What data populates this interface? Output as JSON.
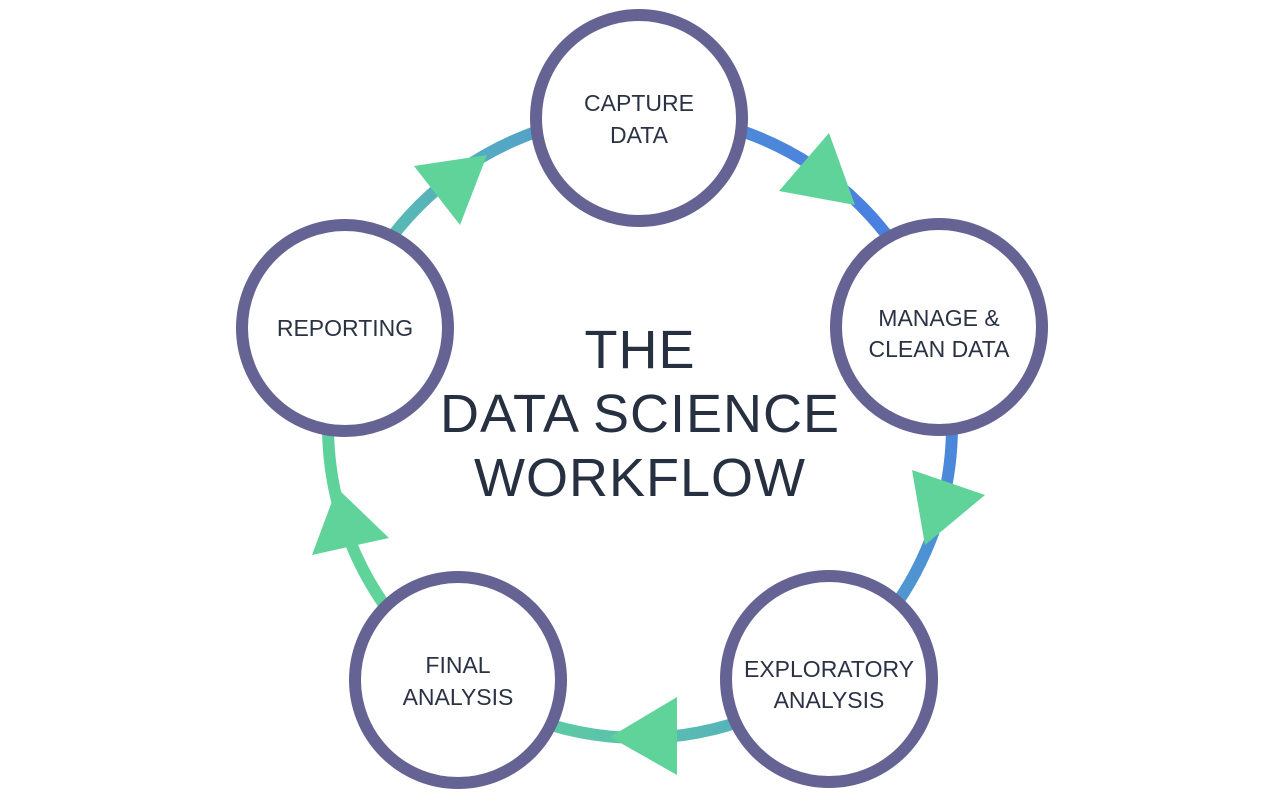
{
  "title": {
    "lines": [
      "THE",
      "DATA SCIENCE",
      "WORKFLOW"
    ]
  },
  "steps": [
    {
      "lines": [
        "CAPTURE",
        "DATA"
      ]
    },
    {
      "lines": [
        "MANAGE &",
        "CLEAN DATA"
      ]
    },
    {
      "lines": [
        "EXPLORATORY",
        "ANALYSIS"
      ]
    },
    {
      "lines": [
        "FINAL",
        "ANALYSIS"
      ]
    },
    {
      "lines": [
        "REPORTING"
      ]
    }
  ],
  "colors": {
    "node_stroke": "#656394",
    "arrow": "#5fd399",
    "ring_green": "#5fd399",
    "ring_blue": "#4a7fe0",
    "text": "#263040"
  }
}
